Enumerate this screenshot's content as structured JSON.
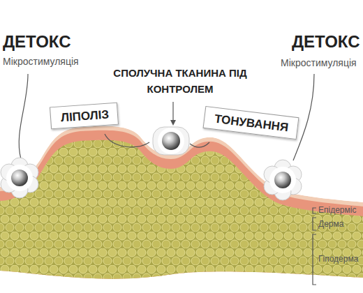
{
  "diagram": {
    "nodes": [
      {
        "text": [
          "ЛІПОЛІЗ"
        ]
      },
      {
        "text": [
          "ТОНУВАННЯ"
        ]
      }
    ],
    "labels": [
      "ДЕТОКС",
      "Мікростимуляція",
      "СПОЛУЧНА ТКАНИНА ПІД КОНТРОЛЕМ",
      "ДЕТОКС",
      "Мікростимуляція",
      "Епідерміс",
      "Дерма",
      "Гіподерма"
    ]
  }
}
